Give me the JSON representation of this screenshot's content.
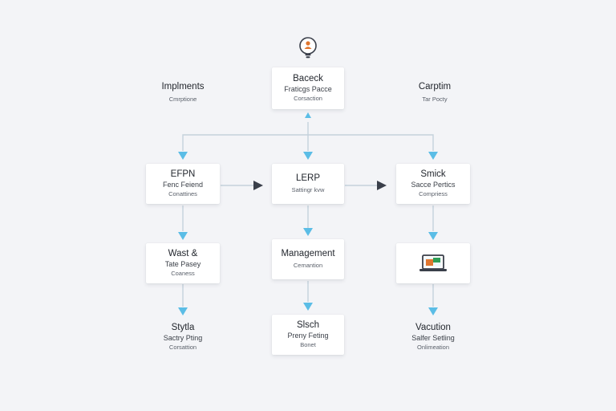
{
  "colors": {
    "arrow": "#5bbde6",
    "arrowDark": "#3a3f4a",
    "line": "#c4d2dc",
    "box": "#ffffff"
  },
  "icons": {
    "top": "lightbulb-user-icon",
    "right_mid": "laptop-icon"
  },
  "left_top": {
    "title": "Implments",
    "sub": "Cmrptione"
  },
  "right_top": {
    "title": "Carptim",
    "sub": "Tar Pocty"
  },
  "center_top": {
    "title": "Baceck",
    "line2": "Fraticgs Pacce",
    "line3": "Corsaction"
  },
  "left_row2": {
    "title": "EFPN",
    "line2": "Fenc Feiend",
    "line3": "Conattines"
  },
  "center_row2": {
    "title": "LERP",
    "line2": "Sattingr kvw"
  },
  "right_row2": {
    "title": "Smick",
    "line2": "Sacce Pertics",
    "line3": "Compriess"
  },
  "left_row3": {
    "title": "Wast &",
    "line2": "Tate Pasey",
    "line3": "Coaness"
  },
  "center_row3": {
    "title": "Management",
    "line2": "Cemantion"
  },
  "left_bottom": {
    "title": "Stytla",
    "line2": "Sactry Pting",
    "line3": "Corsattion"
  },
  "center_bottom": {
    "title": "Slsch",
    "line2": "Preny Feting",
    "line3": "Bonet"
  },
  "right_bottom": {
    "title": "Vacution",
    "line2": "Salfer Setling",
    "line3": "Onlimeation"
  }
}
